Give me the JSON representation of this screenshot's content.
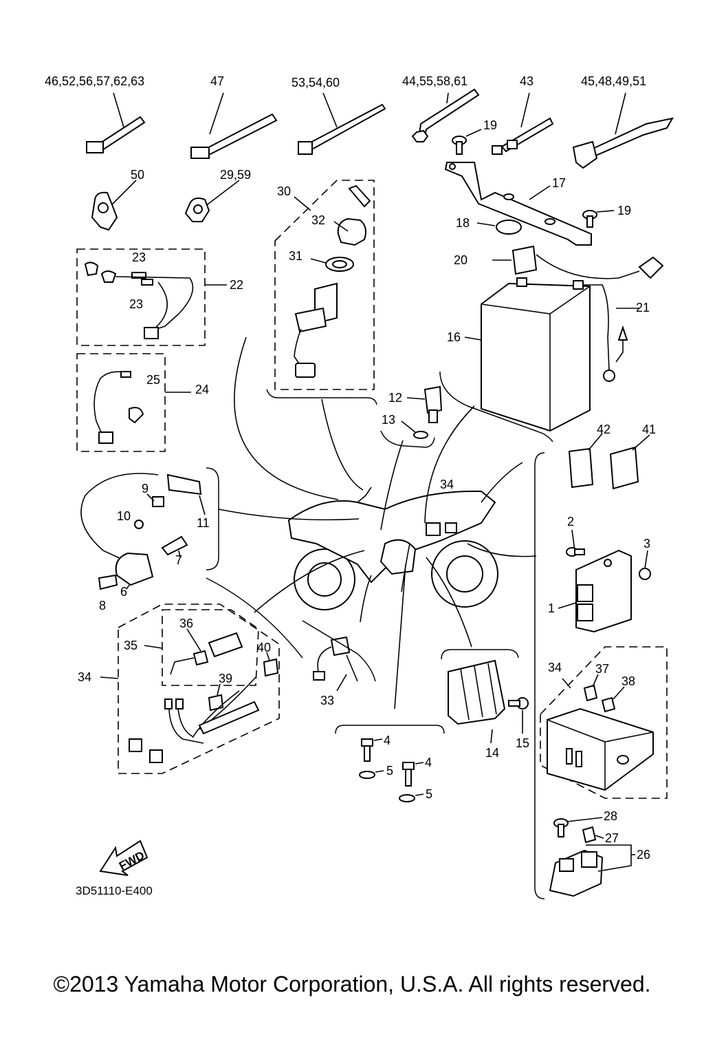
{
  "callouts": {
    "c_46_52": "46,52,56,57,62,63",
    "c_47": "47",
    "c_53": "53,54,60",
    "c_44": "44,55,58,61",
    "c_43": "43",
    "c_45": "45,48,49,51",
    "c_19a": "19",
    "c_19b": "19",
    "c_50": "50",
    "c_29": "29,59",
    "c_30": "30",
    "c_32": "32",
    "c_31": "31",
    "c_17": "17",
    "c_18": "18",
    "c_20": "20",
    "c_21": "21",
    "c_16": "16",
    "c_23a": "23",
    "c_23b": "23",
    "c_22": "22",
    "c_25": "25",
    "c_24": "24",
    "c_12": "12",
    "c_13": "13",
    "c_42": "42",
    "c_41": "41",
    "c_9": "9",
    "c_10": "10",
    "c_11": "11",
    "c_7": "7",
    "c_6": "6",
    "c_8": "8",
    "c_34a": "34",
    "c_2": "2",
    "c_3": "3",
    "c_1": "1",
    "c_36": "36",
    "c_35": "35",
    "c_40": "40",
    "c_34b": "34",
    "c_39": "39",
    "c_33": "33",
    "c_34c": "34",
    "c_37": "37",
    "c_38": "38",
    "c_14": "14",
    "c_15": "15",
    "c_4a": "4",
    "c_5a": "5",
    "c_4b": "4",
    "c_5b": "5",
    "c_28": "28",
    "c_27": "27",
    "c_26": "26"
  },
  "fwd_label": "FWD",
  "diagram_code": "3D51110-E400",
  "copyright": "©2013 Yamaha Motor Corporation, U.S.A. All rights reserved."
}
